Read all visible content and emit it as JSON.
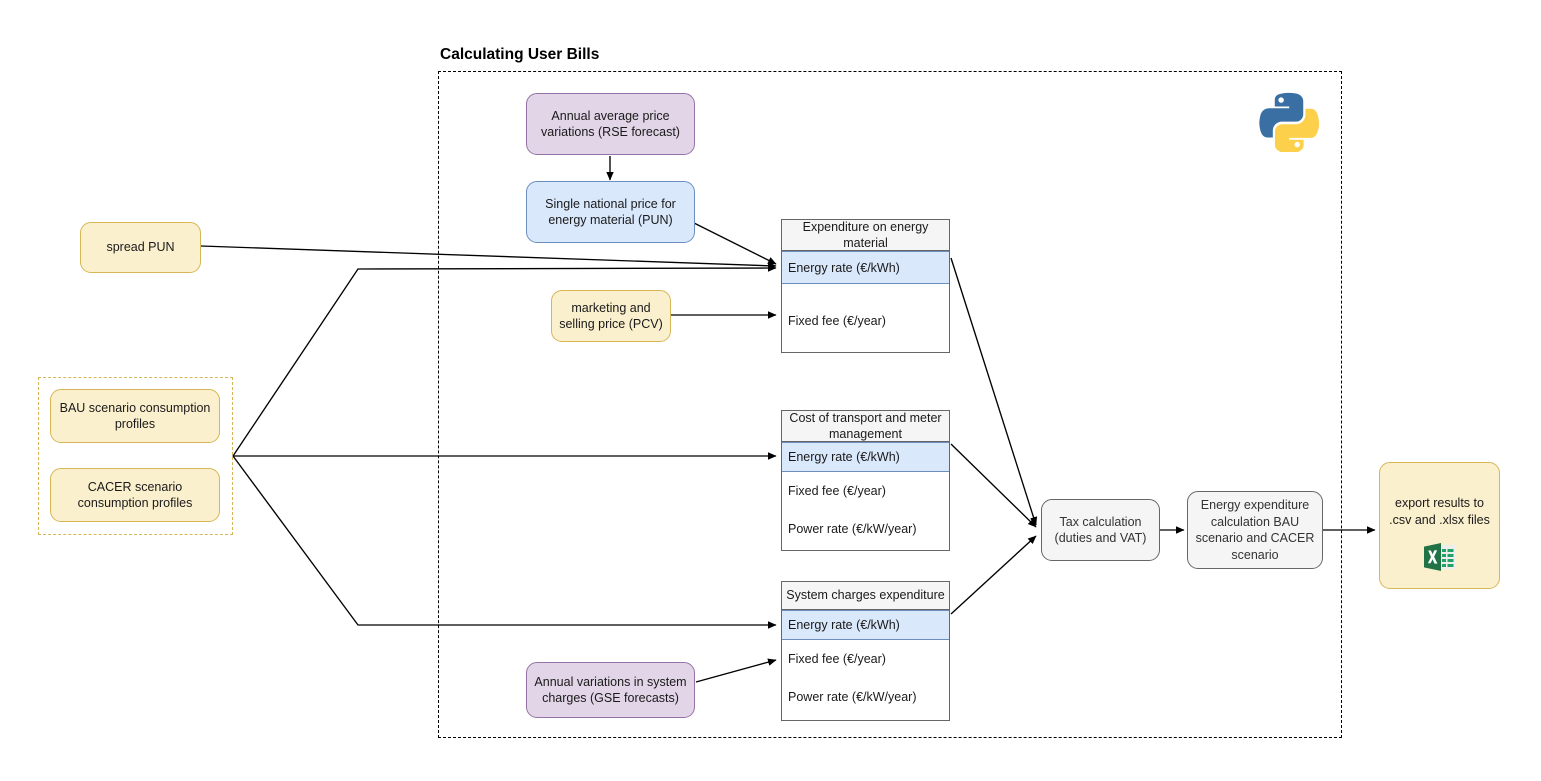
{
  "diagram": {
    "title": "Calculating User Bills",
    "container_label": "calculating-user-bills-boundary",
    "python_logo_alt": "python-logo",
    "excel_icon_alt": "excel-icon"
  },
  "inputs": {
    "spread_pun": "spread PUN",
    "bau_profiles": "BAU scenario consumption profiles",
    "cacer_profiles": "CACER scenario consumption profiles"
  },
  "forecasts": {
    "rse": "Annual average price variations (RSE forecast)",
    "gse": "Annual variations in system charges (GSE forecasts)"
  },
  "prices": {
    "pun": "Single national price for energy material (PUN)",
    "pcv": "marketing and selling price (PCV)"
  },
  "tables": [
    {
      "id": "expenditure-on-energy-material",
      "header": "Expenditure on energy material",
      "rows": [
        {
          "label": "Energy rate (€/kWh)",
          "highlight": true
        },
        {
          "label": "Fixed fee (€/year)",
          "highlight": false
        }
      ]
    },
    {
      "id": "cost-of-transport-and-meter-management",
      "header": "Cost of transport and meter management",
      "rows": [
        {
          "label": "Energy rate (€/kWh)",
          "highlight": true
        },
        {
          "label": "Fixed fee (€/year)",
          "highlight": false
        },
        {
          "label": "Power rate (€/kW/year)",
          "highlight": false
        }
      ]
    },
    {
      "id": "system-charges-expenditure",
      "header": "System charges expenditure",
      "rows": [
        {
          "label": "Energy rate (€/kWh)",
          "highlight": true
        },
        {
          "label": "Fixed fee (€/year)",
          "highlight": false
        },
        {
          "label": "Power rate (€/kW/year)",
          "highlight": false
        }
      ]
    }
  ],
  "processes": {
    "tax": "Tax calculation (duties and VAT)",
    "energy_expenditure": "Energy expenditure calculation BAU scenario and CACER scenario"
  },
  "outputs": {
    "export": "export results to .csv and .xlsx files"
  },
  "colors": {
    "yellow_fill": "#fbf0cd",
    "yellow_stroke": "#d6b656",
    "purple_fill": "#e1d5e7",
    "purple_stroke": "#9673a6",
    "blue_fill": "#dae8fc",
    "blue_stroke": "#6c8ebf",
    "grey_fill": "#f5f5f5",
    "grey_stroke": "#666666",
    "edge_stroke": "#000000",
    "excel_green": "#217346",
    "python_blue": "#366f9e",
    "python_yellow": "#ffd googly"
  }
}
